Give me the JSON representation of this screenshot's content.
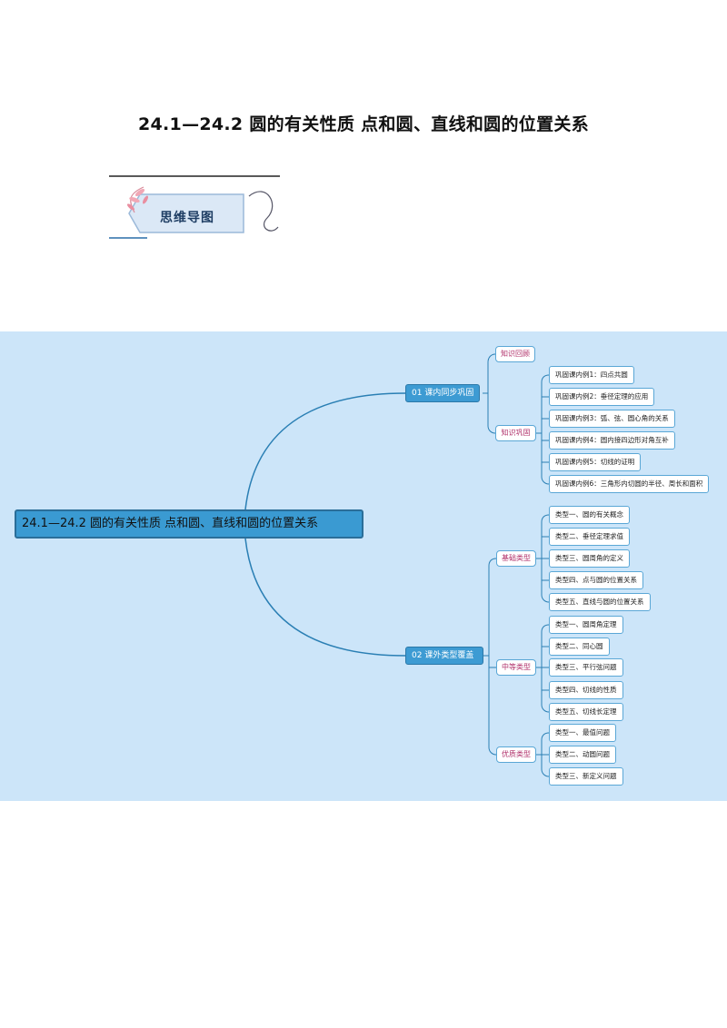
{
  "document": {
    "title": "24.1—24.2  圆的有关性质  点和圆、直线和圆的位置关系",
    "section_banner": "思维导图"
  },
  "mindmap": {
    "root": "24.1—24.2 圆的有关性质 点和圆、直线和圆的位置关系",
    "branches": [
      {
        "label": "01 课内同步巩固",
        "groups": [
          {
            "label": "知识回顾",
            "items": []
          },
          {
            "label": "知识巩固",
            "items": [
              "巩固课内例1：四点共圆",
              "巩固课内例2：垂径定理的应用",
              "巩固课内例3：弧、弦、圆心角的关系",
              "巩固课内例4：圆内接四边形对角互补",
              "巩固课内例5：切线的证明",
              "巩固课内例6：三角形内切圆的半径、周长和面积"
            ]
          }
        ]
      },
      {
        "label": "02 课外类型覆盖",
        "groups": [
          {
            "label": "基础类型",
            "items": [
              "类型一、圆的有关概念",
              "类型二、垂径定理求值",
              "类型三、圆周角的定义",
              "类型四、点与圆的位置关系",
              "类型五、直线与圆的位置关系"
            ]
          },
          {
            "label": "中等类型",
            "items": [
              "类型一、圆周角定理",
              "类型二、同心圆",
              "类型三、平行弦问题",
              "类型四、切线的性质",
              "类型五、切线长定理"
            ]
          },
          {
            "label": "优质类型",
            "items": [
              "类型一、最值问题",
              "类型二、动圆问题",
              "类型三、新定义问题"
            ]
          }
        ]
      }
    ]
  },
  "colors": {
    "map_background": "#cce5f9",
    "connector": "#2a7fb4",
    "level1_fill": "#3d9bd3",
    "group_text": "#b0306a"
  }
}
